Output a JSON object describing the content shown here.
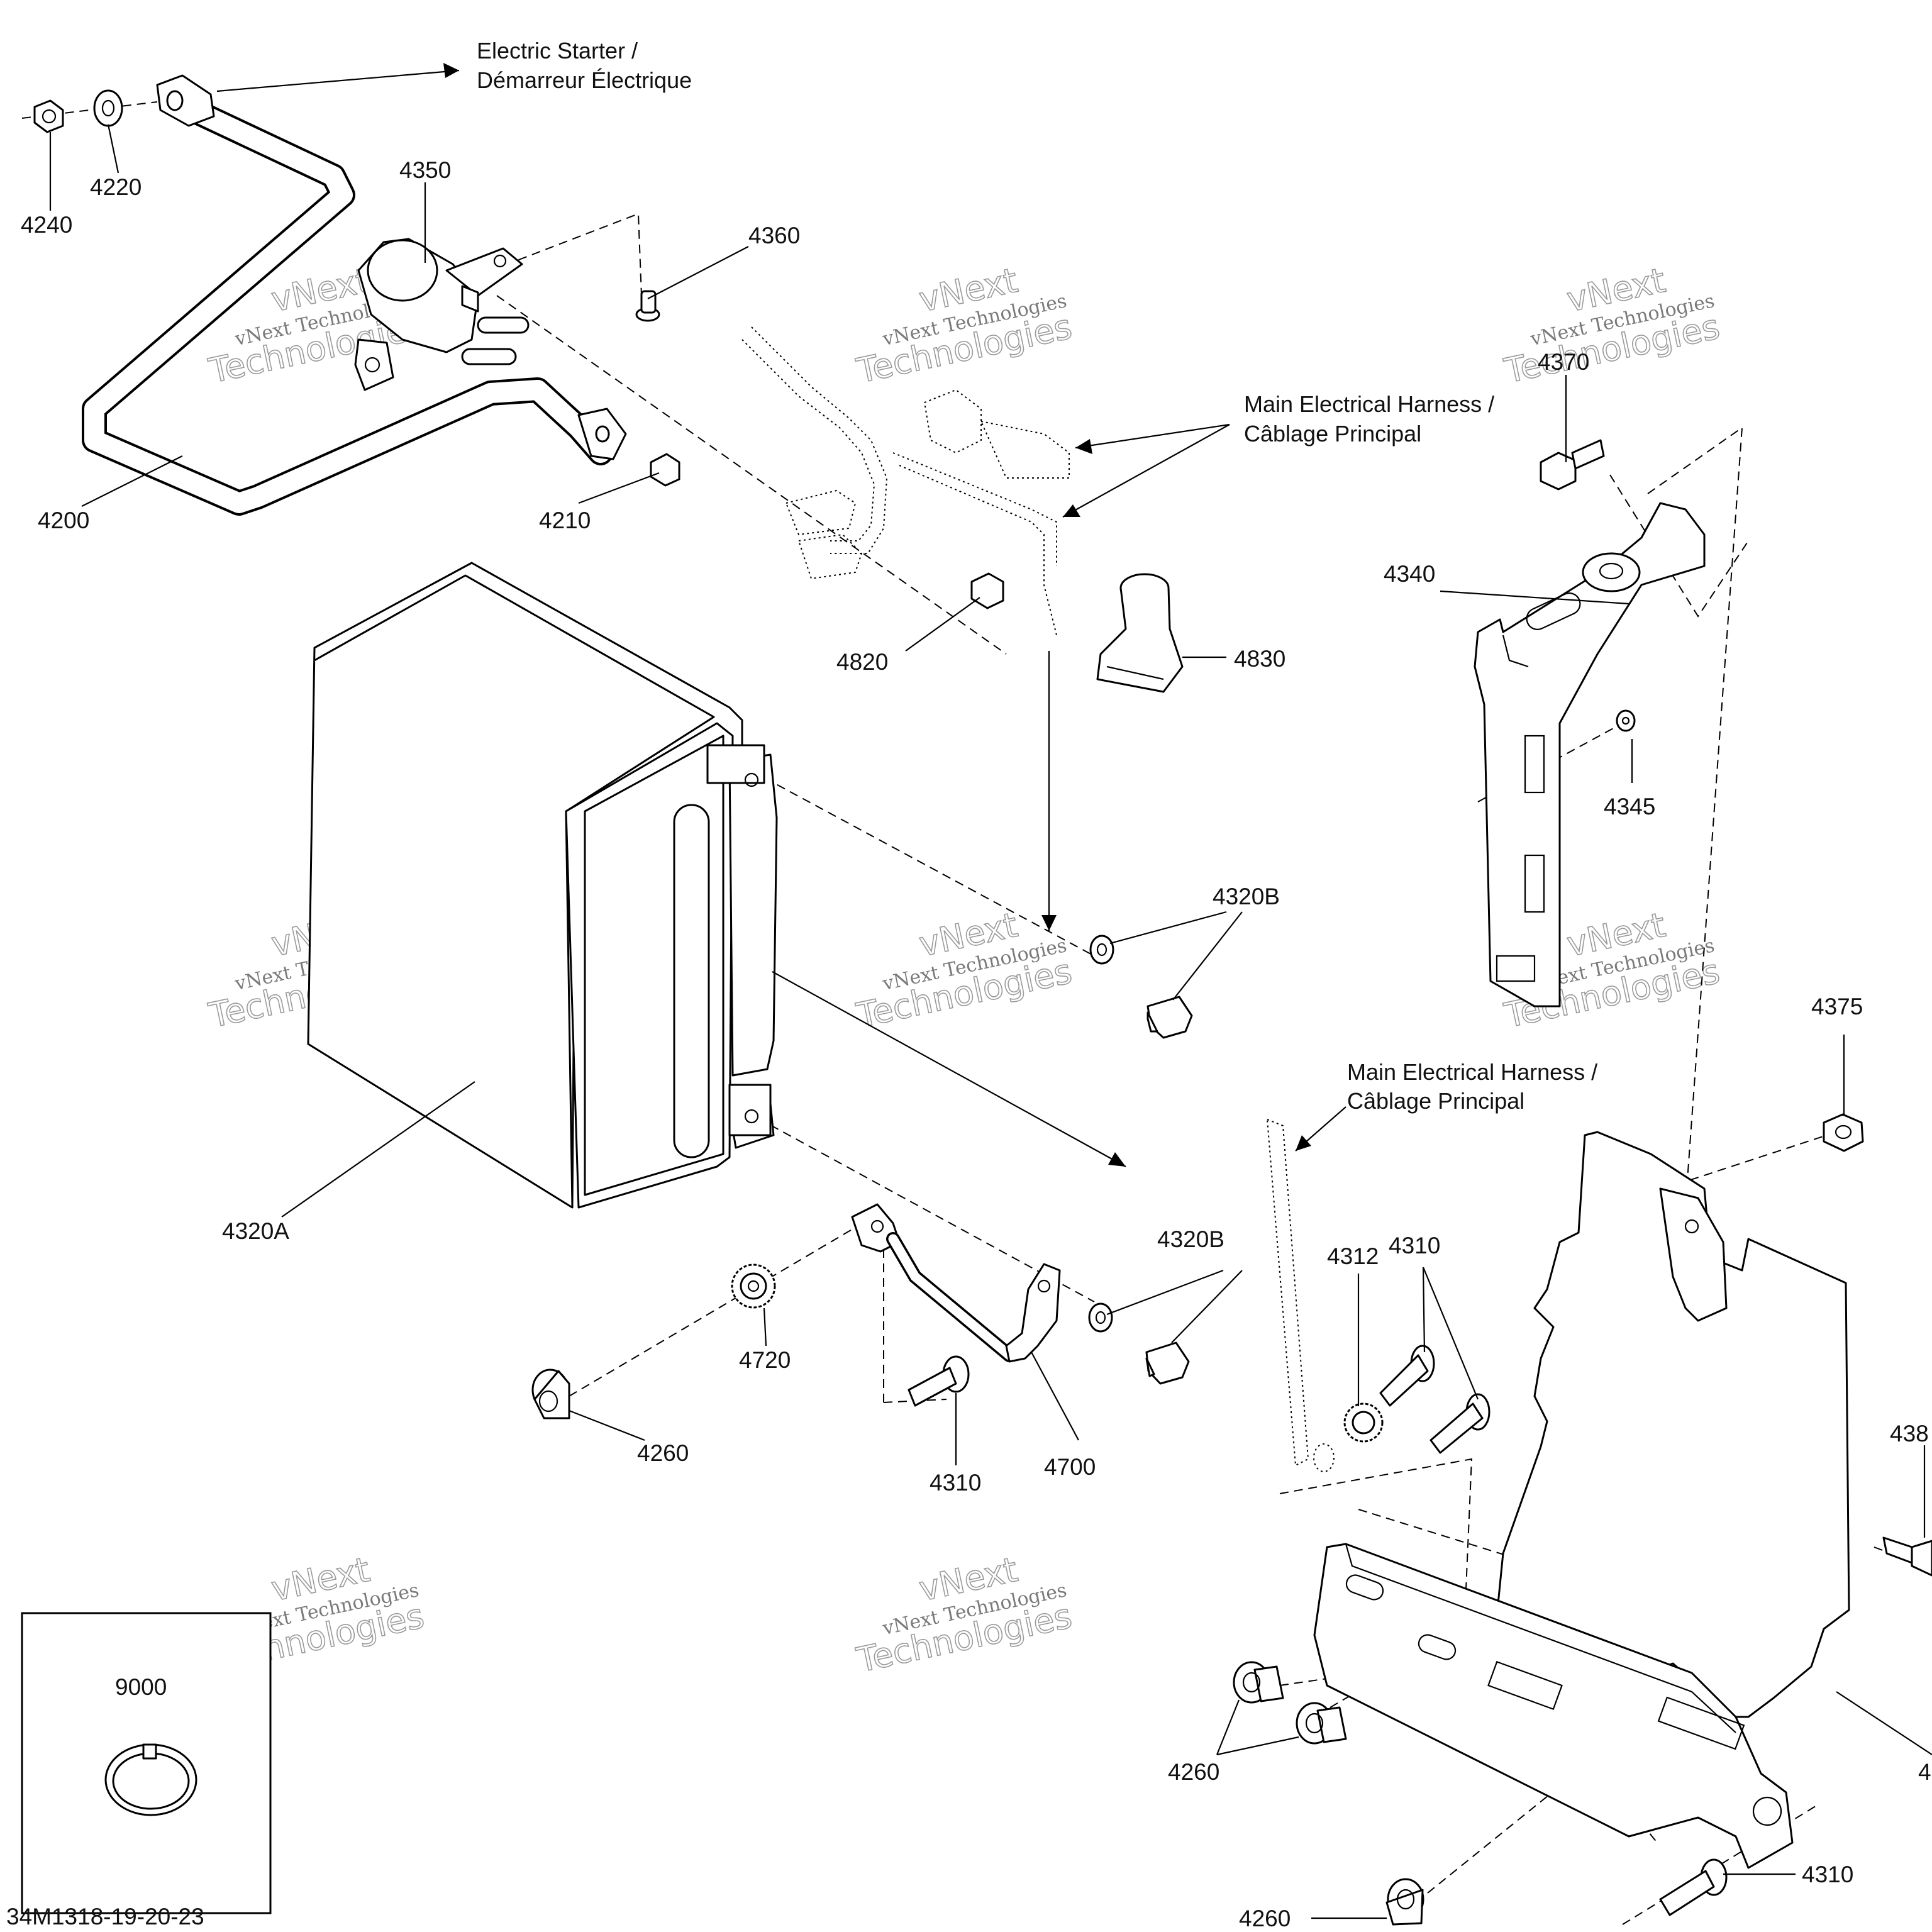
{
  "diagram_code": "34M1318-19-20-23",
  "watermark": {
    "line1": "vNext Technologies",
    "line2a": "vNext",
    "line2b": "Technologies"
  },
  "callouts": {
    "electric_starter": {
      "line1": "Electric Starter /",
      "line2": "Démarreur Électrique"
    },
    "main_harness_top": {
      "line1": "Main Electrical Harness /",
      "line2": "Câblage Principal"
    },
    "main_harness_mid": {
      "line1": "Main Electrical Harness /",
      "line2": "Câblage Principal"
    }
  },
  "parts": {
    "p4240": "4240",
    "p4220": "4220",
    "p4350": "4350",
    "p4360": "4360",
    "p4200": "4200",
    "p4210": "4210",
    "p4820": "4820",
    "p4830": "4830",
    "p4370": "4370",
    "p4340": "4340",
    "p4345": "4345",
    "p4320B_a": "4320B",
    "p4320A": "4320A",
    "p4375": "4375",
    "p4320B_b": "4320B",
    "p4720": "4720",
    "p4260_a": "4260",
    "p4310_a": "4310",
    "p4700": "4700",
    "p4312": "4312",
    "p4310_b": "4310",
    "p438x": "438",
    "p4_edge": "4",
    "p9000": "9000",
    "p4260_b": "4260",
    "p4260_c": "4260",
    "p4310_c": "4310"
  }
}
